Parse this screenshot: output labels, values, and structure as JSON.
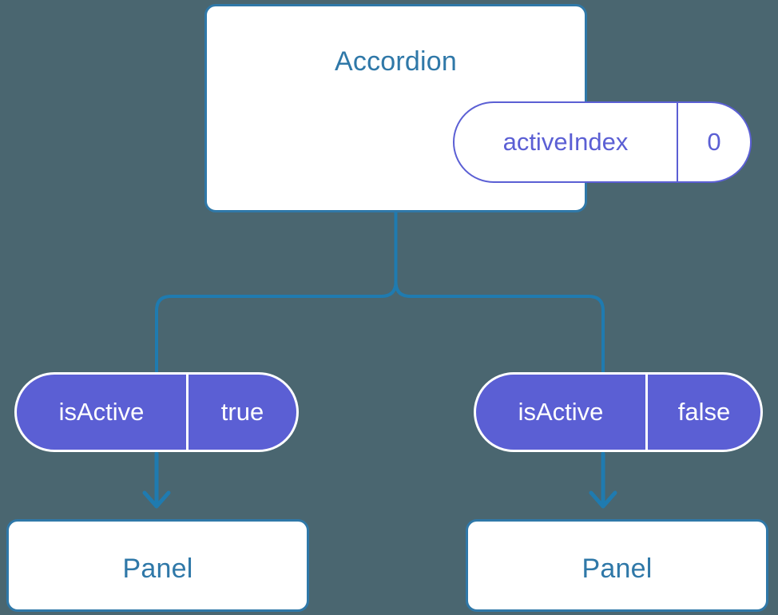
{
  "diagram": {
    "type": "component-state-tree",
    "background_color": "#4a6670",
    "accent_blue": "#2f78a8",
    "accent_purple": "#5b5fd4",
    "root": {
      "title": "Accordion",
      "state_pill": {
        "key": "activeIndex",
        "value": "0",
        "style": "outlined"
      }
    },
    "branches": [
      {
        "prop_pill": {
          "key": "isActive",
          "value": "true",
          "style": "filled"
        },
        "child": {
          "title": "Panel"
        }
      },
      {
        "prop_pill": {
          "key": "isActive",
          "value": "false",
          "style": "filled"
        },
        "child": {
          "title": "Panel"
        }
      }
    ],
    "connectors": {
      "root_to_branches": "tree-split",
      "pill_to_panel": "down-arrow"
    }
  }
}
